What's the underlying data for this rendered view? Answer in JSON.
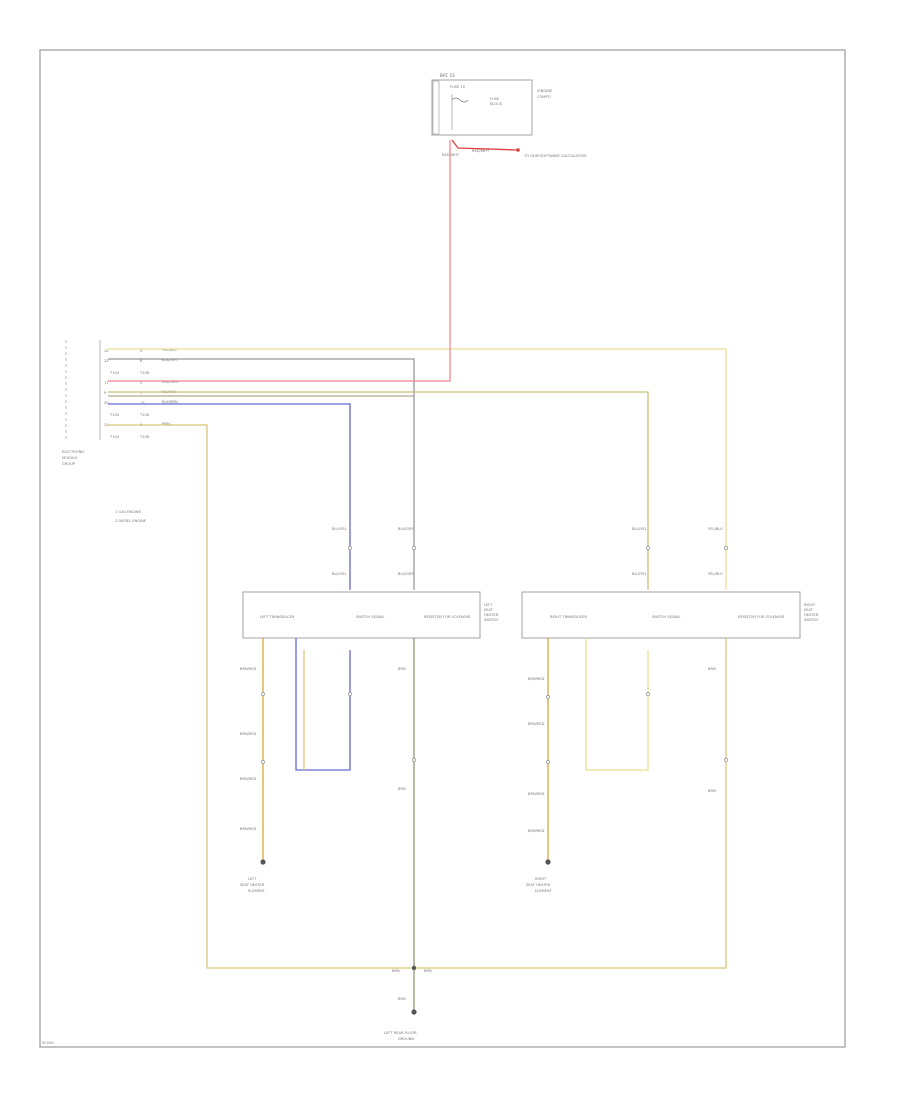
{
  "colors": {
    "frame": "#a8a8a8",
    "wire_yellow": "#e8e090",
    "wire_grey": "#9a94a0",
    "wire_pink": "#f08890",
    "wire_olive": "#c8c07a",
    "wire_blue": "#6868d8",
    "wire_tan": "#d8c878",
    "wire_orange": "#d8a838",
    "wire_red": "#e04040"
  },
  "fuse_box": {
    "title": "BAT. 1S",
    "lines": [
      "FUSE",
      "BLOCK",
      "(ENGINE",
      "COMPT)"
    ],
    "fuse_label": "FUSE 1S",
    "wire_label": "RED/WHT",
    "note": "TO OHM SOFTWARE CALCULATION",
    "wire_code": "RED/WHT"
  },
  "module": {
    "name_lines": [
      "ELECTRONIC",
      "MODULE",
      "GROUP"
    ],
    "rows": [
      {
        "pin": "10",
        "id": "4",
        "wire": "YEL/BLU"
      },
      {
        "pin": "23",
        "id": "8",
        "wire": "BLK/GRY"
      },
      {
        "pin": "T104",
        "id": "T108",
        "wire": ""
      },
      {
        "pin": "17",
        "id": "2",
        "wire": "RED/WHT"
      },
      {
        "pin": "9",
        "id": "7",
        "wire": "BLU/YEL"
      },
      {
        "pin": "20",
        "id": "13",
        "wire": "BLK/BRN"
      },
      {
        "pin": "T104",
        "id": "T108",
        "wire": ""
      },
      {
        "pin": "21",
        "id": "6",
        "wire": "BRN"
      },
      {
        "pin": "T104",
        "id": "T108",
        "wire": ""
      }
    ]
  },
  "legend": [
    "1  GAS ENGINE",
    "2  DIESEL ENGINE"
  ],
  "left_group": {
    "box_label_left": "LEFT TRANSDUCER",
    "box_label_mid": "SWITCH SIGNAL",
    "box_label_right": "RESISTOR FOR SOLENOID",
    "side_label": [
      "LEFT",
      "SEAT",
      "HEATER",
      "SWITCH"
    ],
    "top_conn_a": "BLU/YEL",
    "top_conn_b": "BLK/GRY",
    "bottom_wire_a": "BRN/RED",
    "bottom_wire_b": "BRN",
    "ground_label": [
      "LEFT",
      "SEAT HEATER",
      "ELEMENT"
    ]
  },
  "right_group": {
    "box_label_left": "RIGHT TRANSDUCER",
    "box_label_mid": "SWITCH SIGNAL",
    "box_label_right": "RESISTOR FOR SOLENOID",
    "side_label": [
      "RIGHT",
      "SEAT",
      "HEATER",
      "SWITCH"
    ],
    "top_conn_a": "BLU/YEL",
    "top_conn_b": "YEL/BLU",
    "bottom_wire_a": "BRN/RED",
    "bottom_wire_b": "BRN",
    "ground_label": [
      "RIGHT",
      "SEAT HEATER",
      "ELEMENT"
    ]
  },
  "bottom": {
    "splice_label": "BRN",
    "ground_label": [
      "LEFT REAR FLOOR",
      "GROUND"
    ]
  },
  "figure_id": "0C000"
}
